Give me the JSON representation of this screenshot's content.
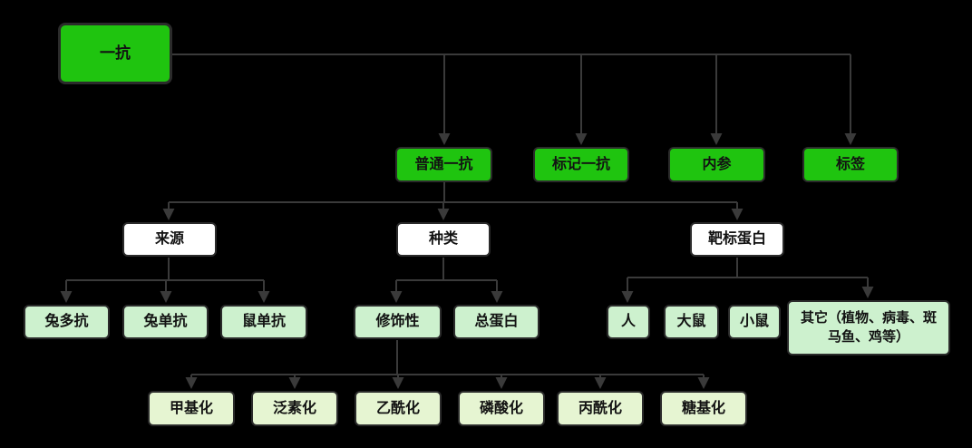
{
  "diagram": {
    "type": "flowchart",
    "background": "#000000"
  },
  "colors": {
    "background": "#000000",
    "connector": "#3a3a3a",
    "node_border": "#2b2b2b",
    "node_green": "#1fc40f",
    "node_white": "#ffffff",
    "node_mint": "#cdf1ce",
    "node_pale": "#e6f5d2"
  },
  "nodes": {
    "primary_antibody": {
      "label": "一抗"
    },
    "regular_primary": {
      "label": "普通一抗"
    },
    "labeled_primary": {
      "label": "标记一抗"
    },
    "internal_reference": {
      "label": "内参"
    },
    "tag": {
      "label": "标签"
    },
    "source": {
      "label": "来源"
    },
    "type": {
      "label": "种类"
    },
    "target_protein": {
      "label": "靶标蛋白"
    },
    "rabbit_polyclonal": {
      "label": "兔多抗"
    },
    "rabbit_monoclonal": {
      "label": "兔单抗"
    },
    "mouse_monoclonal": {
      "label": "鼠单抗"
    },
    "modification": {
      "label": "修饰性"
    },
    "total_protein": {
      "label": "总蛋白"
    },
    "human": {
      "label": "人"
    },
    "rat": {
      "label": "大鼠"
    },
    "mouse": {
      "label": "小鼠"
    },
    "others": {
      "label": "其它（植物、病毒、斑马鱼、鸡等）"
    },
    "methylation": {
      "label": "甲基化"
    },
    "ubiquitination": {
      "label": "泛素化"
    },
    "acetylation": {
      "label": "乙酰化"
    },
    "phosphorylation": {
      "label": "磷酸化"
    },
    "propionylation": {
      "label": "丙酰化"
    },
    "glycosylation": {
      "label": "糖基化"
    }
  }
}
